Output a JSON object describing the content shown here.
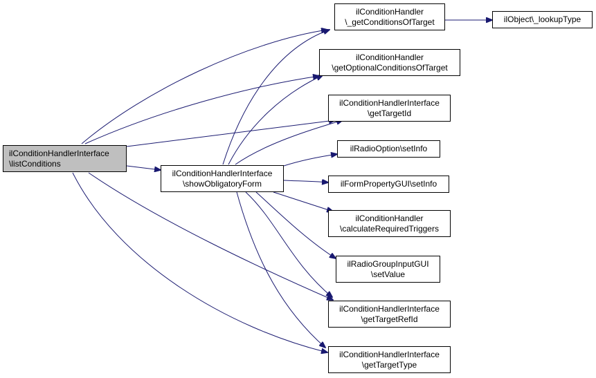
{
  "nodes": {
    "root": [
      "ilConditionHandlerInterface",
      "\\listConditions"
    ],
    "show_obligatory": [
      "ilConditionHandlerInterface",
      "\\showObligatoryForm"
    ],
    "get_conditions_of_target": [
      "ilConditionHandler",
      "\\_getConditionsOfTarget"
    ],
    "lookup_type": [
      "ilObject\\_lookupType"
    ],
    "get_optional_conditions": [
      "ilConditionHandler",
      "\\getOptionalConditionsOfTarget"
    ],
    "get_target_id": [
      "ilConditionHandlerInterface",
      "\\getTargetId"
    ],
    "radio_option_setinfo": [
      "ilRadioOption\\setInfo"
    ],
    "form_property_setinfo": [
      "ilFormPropertyGUI\\setInfo"
    ],
    "calc_required_triggers": [
      "ilConditionHandler",
      "\\calculateRequiredTriggers"
    ],
    "radio_group_setvalue": [
      "ilRadioGroupInputGUI",
      "\\setValue"
    ],
    "get_target_ref_id": [
      "ilConditionHandlerInterface",
      "\\getTargetRefId"
    ],
    "get_target_type": [
      "ilConditionHandlerInterface",
      "\\getTargetType"
    ]
  },
  "colors": {
    "edge": "#191970",
    "root_fill": "#bfbfbf",
    "node_fill": "#ffffff",
    "border": "#000000"
  }
}
